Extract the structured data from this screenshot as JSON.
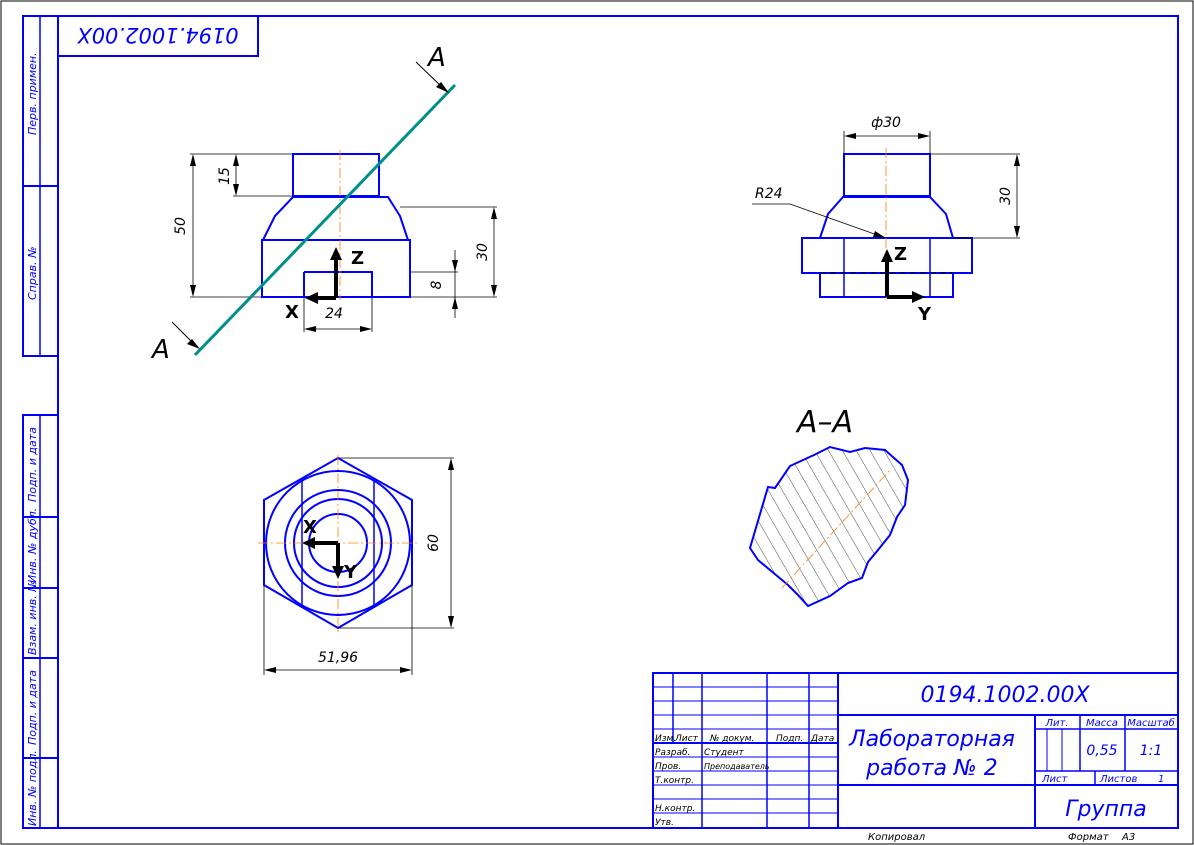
{
  "top_code": "0194.1002.00X",
  "side_columns": {
    "perv_primen": "Перв. примен.",
    "sprav_no": "Справ. №",
    "podp_data_1": "Подп. и дата",
    "inv_dubl": "Инв. № дубл.",
    "vzam_inv": "Взам. инв. №",
    "podp_data_2": "Подп. и дата",
    "inv_podl": "Инв. № подл."
  },
  "section_mark": "A",
  "section_title": "A–A",
  "dimensions": {
    "d50": "50",
    "d15": "15",
    "d30_front": "30",
    "d8": "8",
    "d24": "24",
    "d_phi30": "ф30",
    "r24": "R24",
    "d30_side": "30",
    "d60": "60",
    "d5196": "51,96"
  },
  "axes": {
    "x": "X",
    "y": "Y",
    "z": "Z"
  },
  "title_block": {
    "code": "0194.1002.00X",
    "name_line1": "Лабораторная",
    "name_line2": "работа № 2",
    "lit": "Лит.",
    "massa": "Масса",
    "masshtab": "Масштаб",
    "mass_value": "0,55",
    "scale_value": "1:1",
    "list": "Лист",
    "listov": "Листов",
    "listov_value": "1",
    "group": "Группа",
    "col_izm": "Изм.",
    "col_list": "Лист",
    "col_doc": "№ докум.",
    "col_podp": "Подп.",
    "col_data": "Дата",
    "razrab": "Разраб.",
    "razrab_name": "Студент",
    "prov": "Пров.",
    "prov_name": "Преподаватель",
    "tkontr": "Т.контр.",
    "nkontr": "Н.контр.",
    "utv": "Утв."
  },
  "footer": {
    "kopiroval": "Копировал",
    "format_label": "Формат",
    "format_value": "A3"
  }
}
